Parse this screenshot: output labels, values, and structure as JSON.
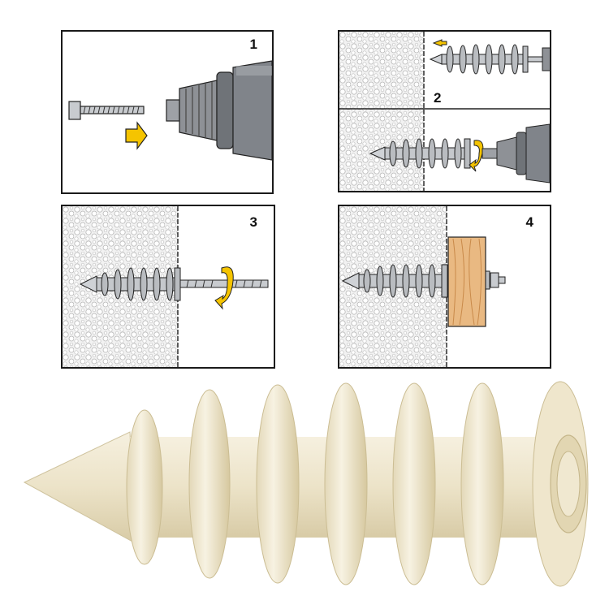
{
  "steps": [
    {
      "number": "1"
    },
    {
      "number": "2"
    },
    {
      "number": "3"
    },
    {
      "number": "4"
    }
  ],
  "colors": {
    "arrow_fill": "#f5c400",
    "arrow_stroke": "#222222",
    "foam": "#e8e8e8",
    "metal": "#b9bcc0",
    "drill_body": "#8e9196",
    "wood": "#e9b982",
    "anchor": "#efe9d8"
  },
  "icons": [
    "drill-icon",
    "bolt-icon",
    "insert-arrow-icon",
    "rotate-arrow-icon",
    "foam-wall-icon",
    "wood-board-icon",
    "anchor-icon"
  ]
}
